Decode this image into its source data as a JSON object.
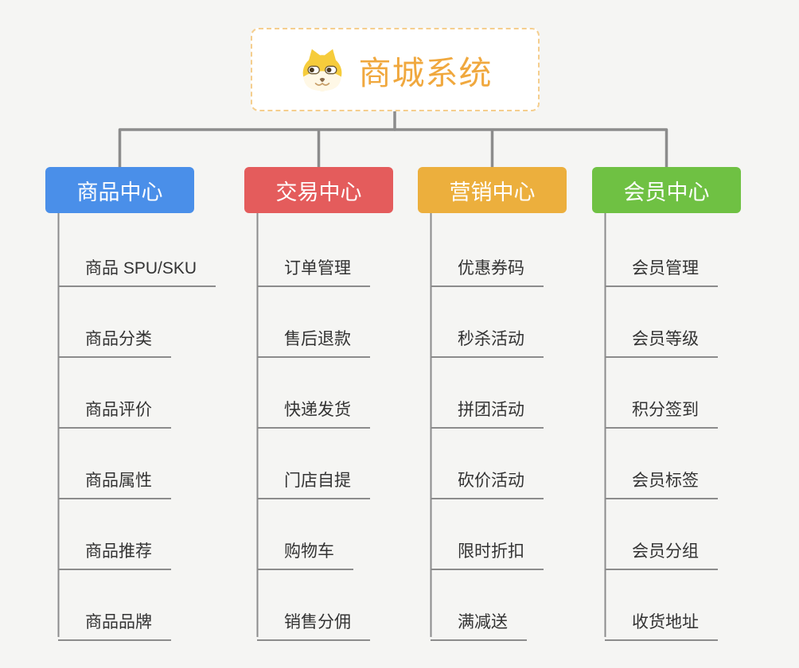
{
  "root": {
    "title": "商城系统",
    "icon": "shiba-dog-icon",
    "accent_color": "#F0A83E",
    "border_color": "#F5CE8E"
  },
  "connector_color": "#8C8C8C",
  "background_color": "#F5F5F3",
  "branches": [
    {
      "label": "商品中心",
      "color": "#4A8FE9",
      "items": [
        "商品 SPU/SKU",
        "商品分类",
        "商品评价",
        "商品属性",
        "商品推荐",
        "商品品牌"
      ]
    },
    {
      "label": "交易中心",
      "color": "#E45C5C",
      "items": [
        "订单管理",
        "售后退款",
        "快递发货",
        "门店自提",
        "购物车",
        "销售分佣"
      ]
    },
    {
      "label": "营销中心",
      "color": "#ECAF3D",
      "items": [
        "优惠券码",
        "秒杀活动",
        "拼团活动",
        "砍价活动",
        "限时折扣",
        "满减送"
      ]
    },
    {
      "label": "会员中心",
      "color": "#6FC143",
      "items": [
        "会员管理",
        "会员等级",
        "积分签到",
        "会员标签",
        "会员分组",
        "收货地址"
      ]
    }
  ]
}
